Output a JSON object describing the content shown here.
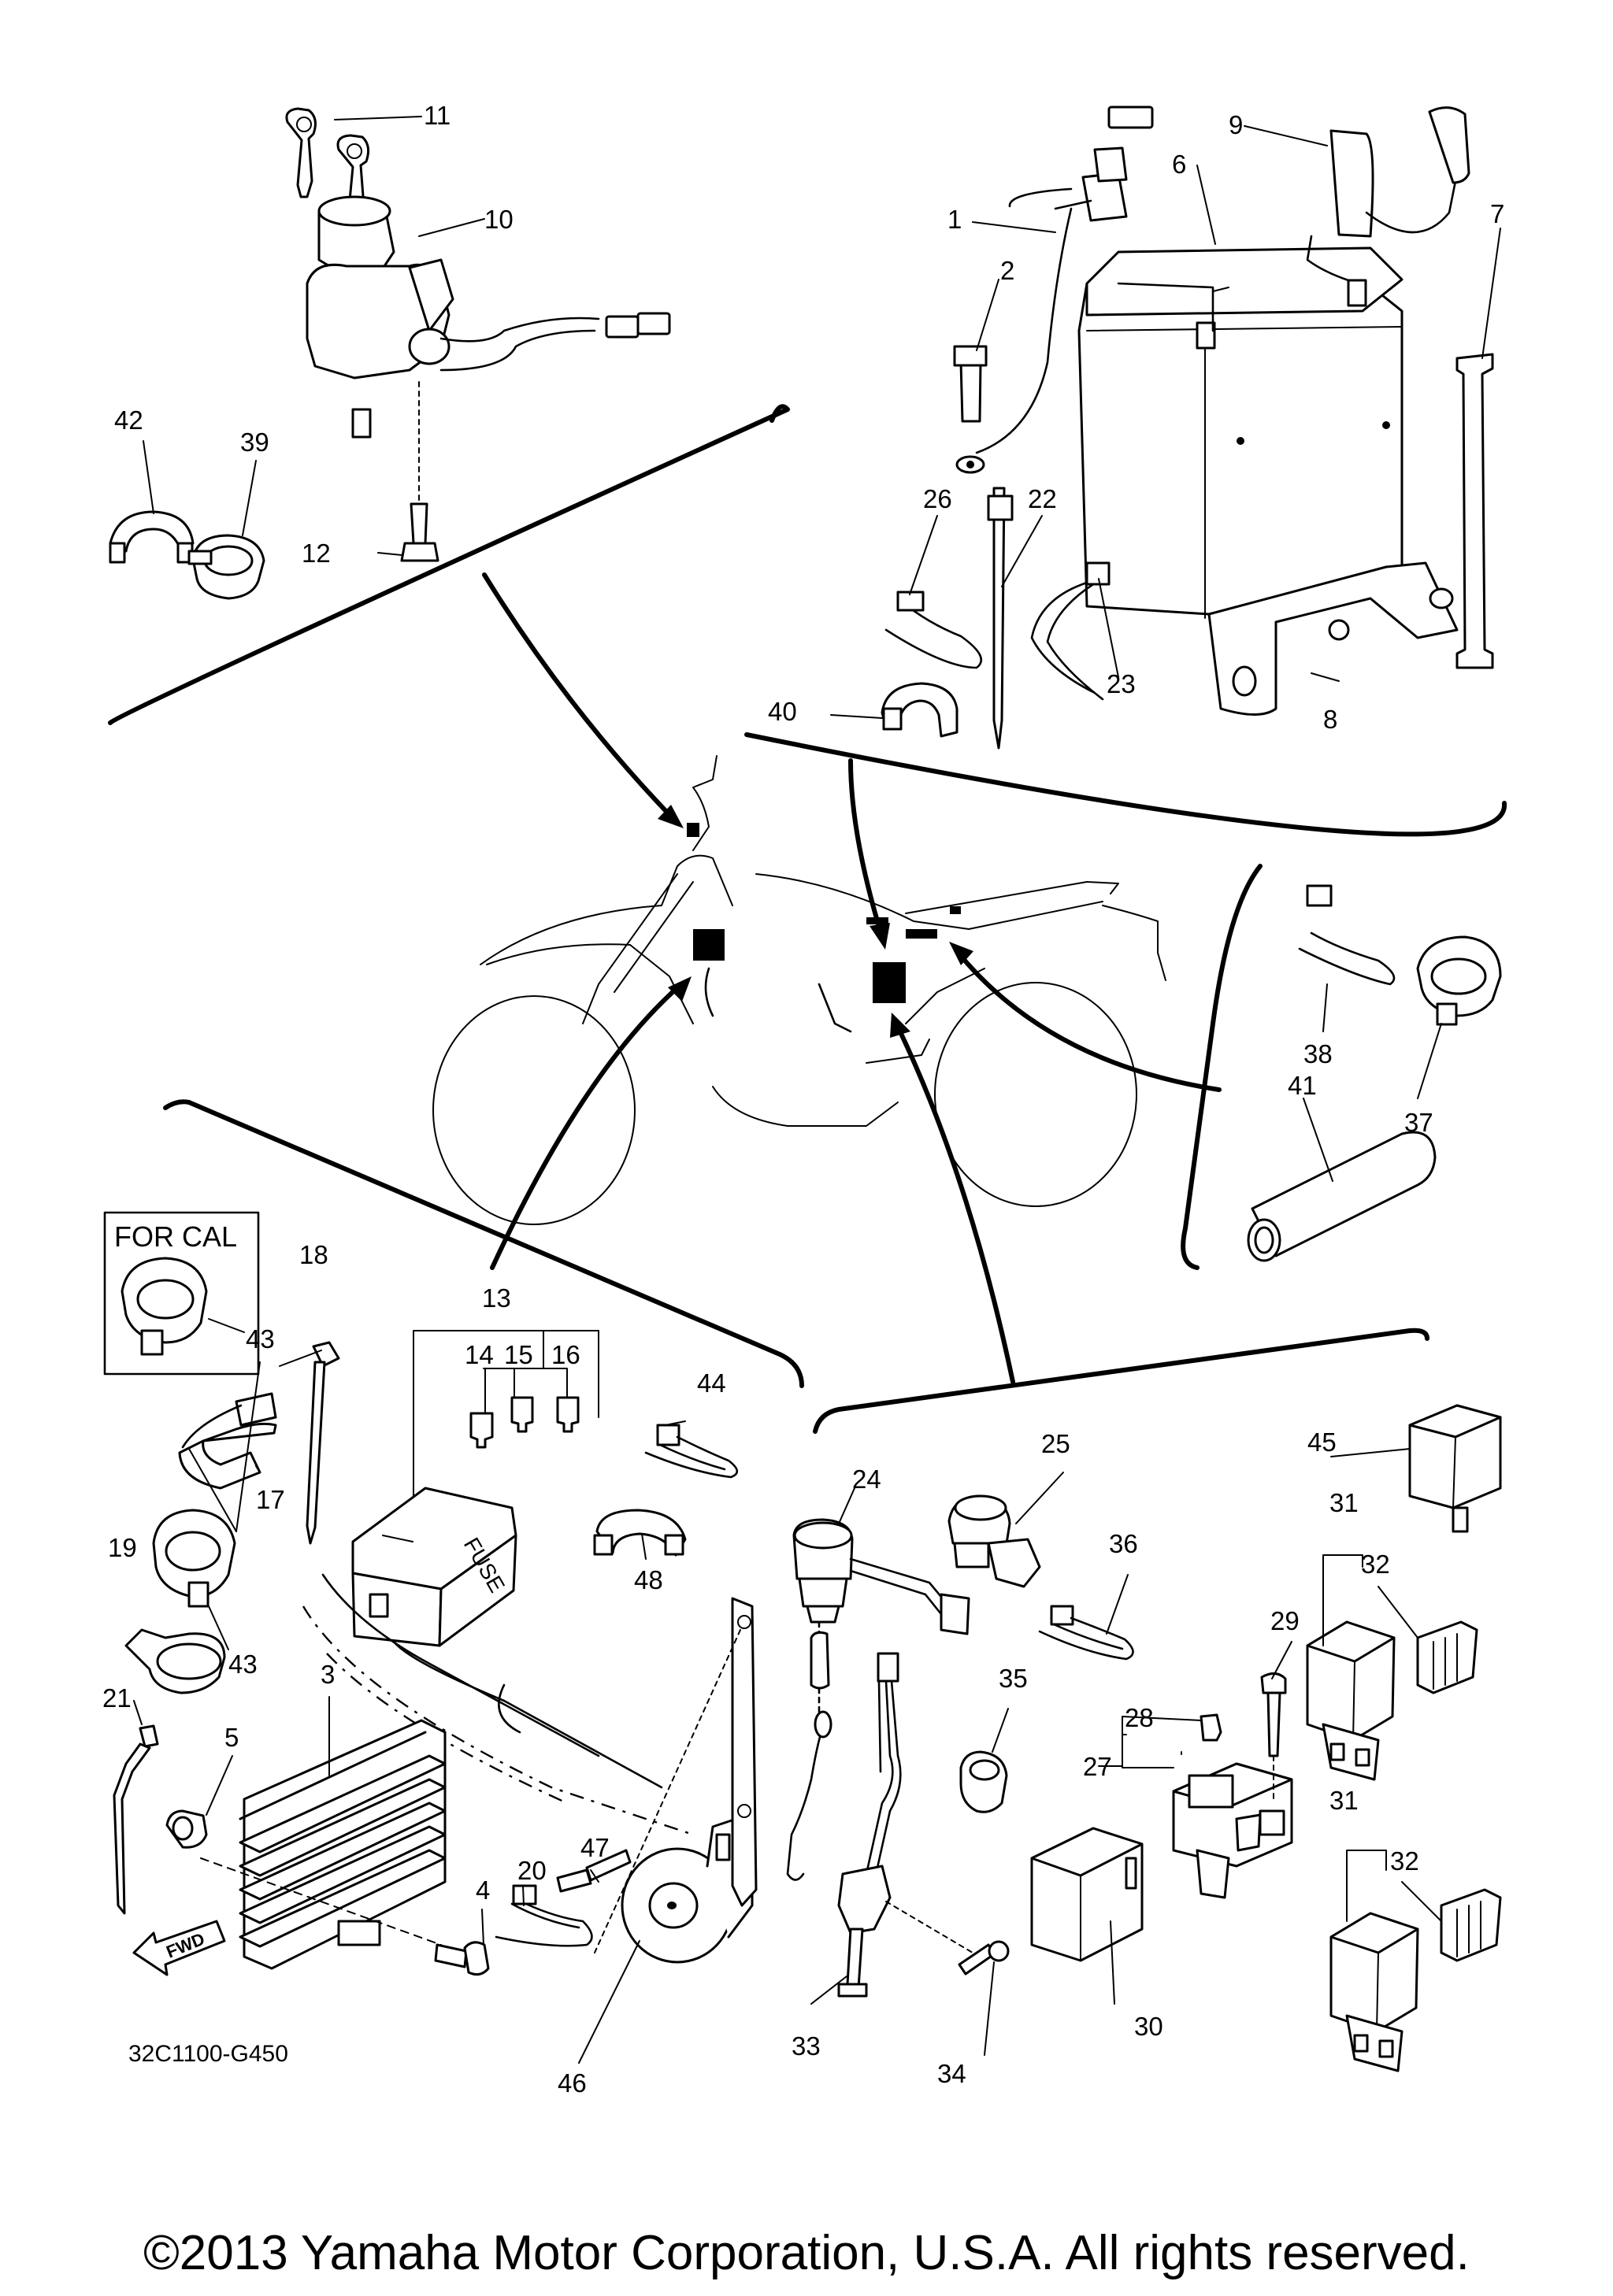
{
  "diagram": {
    "drawing_code": "32C1100-G450",
    "box_label": "FOR CAL",
    "fuse_label": "FUSE",
    "direction_label": "FWD",
    "callouts": [
      {
        "n": "1"
      },
      {
        "n": "2"
      },
      {
        "n": "3"
      },
      {
        "n": "4"
      },
      {
        "n": "5"
      },
      {
        "n": "6"
      },
      {
        "n": "7"
      },
      {
        "n": "8"
      },
      {
        "n": "9"
      },
      {
        "n": "10"
      },
      {
        "n": "11"
      },
      {
        "n": "12"
      },
      {
        "n": "13"
      },
      {
        "n": "14"
      },
      {
        "n": "15"
      },
      {
        "n": "16"
      },
      {
        "n": "17"
      },
      {
        "n": "18"
      },
      {
        "n": "19"
      },
      {
        "n": "20"
      },
      {
        "n": "21"
      },
      {
        "n": "22"
      },
      {
        "n": "23"
      },
      {
        "n": "24"
      },
      {
        "n": "25"
      },
      {
        "n": "26"
      },
      {
        "n": "27"
      },
      {
        "n": "28"
      },
      {
        "n": "29"
      },
      {
        "n": "30"
      },
      {
        "n": "31"
      },
      {
        "n": "31"
      },
      {
        "n": "32"
      },
      {
        "n": "32"
      },
      {
        "n": "33"
      },
      {
        "n": "34"
      },
      {
        "n": "35"
      },
      {
        "n": "36"
      },
      {
        "n": "37"
      },
      {
        "n": "38"
      },
      {
        "n": "39"
      },
      {
        "n": "40"
      },
      {
        "n": "41"
      },
      {
        "n": "42"
      },
      {
        "n": "43"
      },
      {
        "n": "43"
      },
      {
        "n": "44"
      },
      {
        "n": "45"
      },
      {
        "n": "46"
      },
      {
        "n": "47"
      },
      {
        "n": "48"
      }
    ]
  },
  "footer": {
    "copyright": "©2013 Yamaha Motor Corporation, U.S.A. All rights reserved."
  }
}
